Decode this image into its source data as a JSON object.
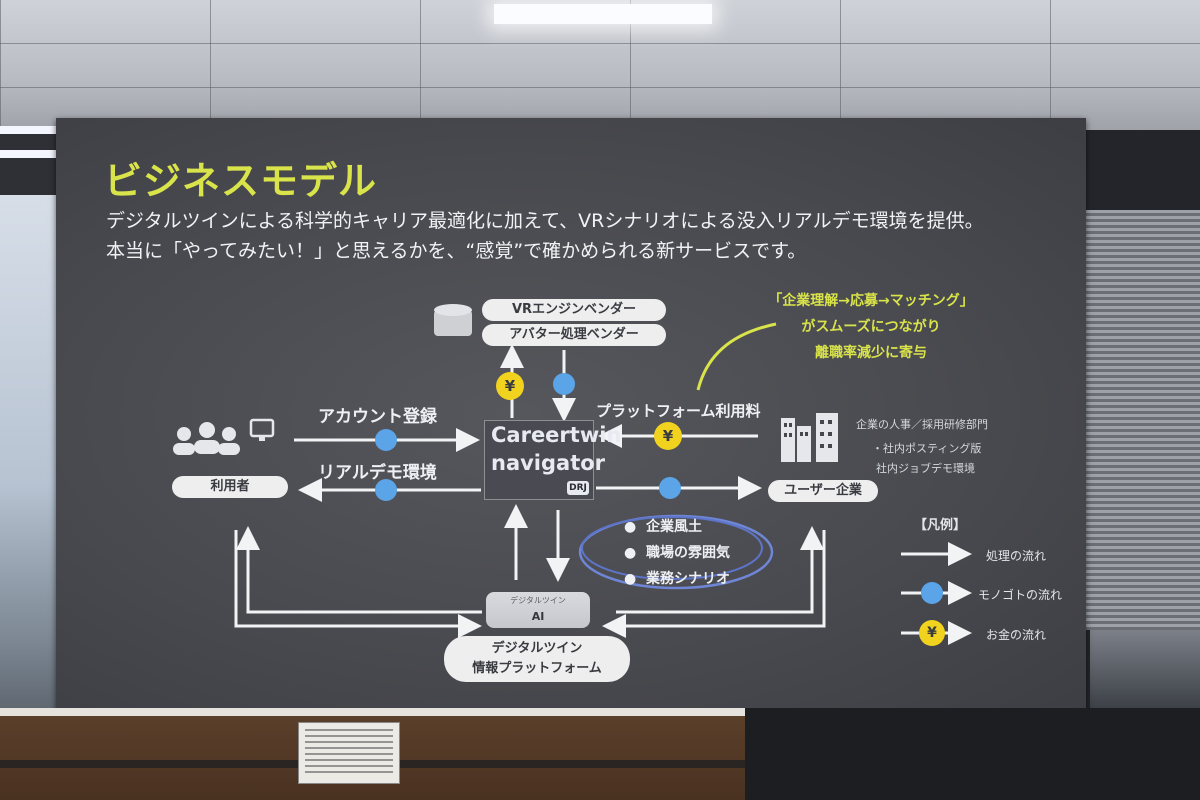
{
  "slide": {
    "title": "ビジネスモデル",
    "subtitle_line1": "デジタルツインによる科学的キャリア最適化に加えて、VRシナリオによる没入リアルデモ環境を提供。",
    "subtitle_line2": "本当に「やってみたい！」と思えるかを、“感覚”で確かめられる新サービスです。"
  },
  "diagram": {
    "vendor_1": "VRエンジンベンダー",
    "vendor_2": "アバター処理ベンダー",
    "callout_1": "「企業理解→応募→マッチング」",
    "callout_2": "がスムーズにつながり",
    "callout_3": "離職率減少に寄与",
    "account_registration": "アカウント登録",
    "real_demo": "リアルデモ環境",
    "platform_fee": "プラットフォーム利用料",
    "user_label": "利用者",
    "corp_label": "ユーザー企業",
    "corp_note_1": "企業の人事／採用研修部門",
    "corp_note_2": "・社内ポスティング版",
    "corp_note_3": "社内ジョブデモ環境",
    "logo_line1": "Careertwin",
    "logo_line2": "navigator",
    "logo_badge": "DRJ",
    "bullet_1": "企業風土",
    "bullet_2": "職場の雰囲気",
    "bullet_3": "業務シナリオ",
    "ai_box_top": "デジタルツイン",
    "ai_box_main": "AI",
    "platform_line1": "デジタルツイン",
    "platform_line2": "情報プラットフォーム",
    "yen": "¥"
  },
  "legend": {
    "title": "【凡例】",
    "process_flow": "処理の流れ",
    "goods_flow": "モノゴトの流れ",
    "money_flow": "お金の流れ"
  },
  "colors": {
    "accent_yellow": "#d9e34a",
    "flow_blue": "#5ba4e8",
    "yen_coin": "#f0d21f"
  }
}
